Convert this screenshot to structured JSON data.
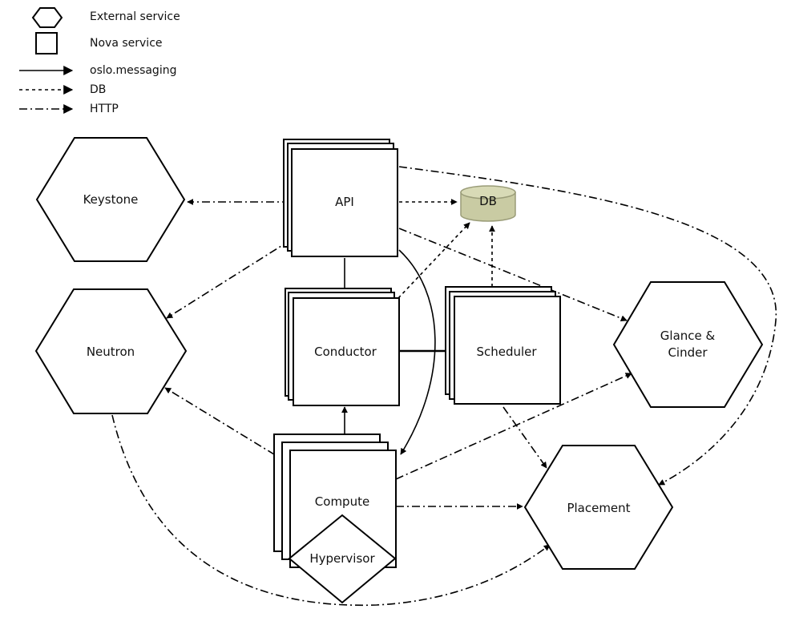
{
  "legend": {
    "external_service": "External service",
    "nova_service": "Nova service",
    "oslo_messaging": "oslo.messaging",
    "db": "DB",
    "http": "HTTP"
  },
  "nodes": {
    "keystone": "Keystone",
    "neutron": "Neutron",
    "api": "API",
    "db": "DB",
    "conductor": "Conductor",
    "scheduler": "Scheduler",
    "glance_cinder_line1": "Glance &",
    "glance_cinder_line2": "Cinder",
    "compute": "Compute",
    "hypervisor": "Hypervisor",
    "placement": "Placement"
  },
  "colors": {
    "db_fill": "#c9cba3",
    "db_stroke": "#9a9c78",
    "line": "#000000"
  },
  "icons": [
    "hexagon-icon",
    "square-icon",
    "solid-arrow-icon",
    "dotted-arrow-icon",
    "dash-dot-arrow-icon"
  ]
}
